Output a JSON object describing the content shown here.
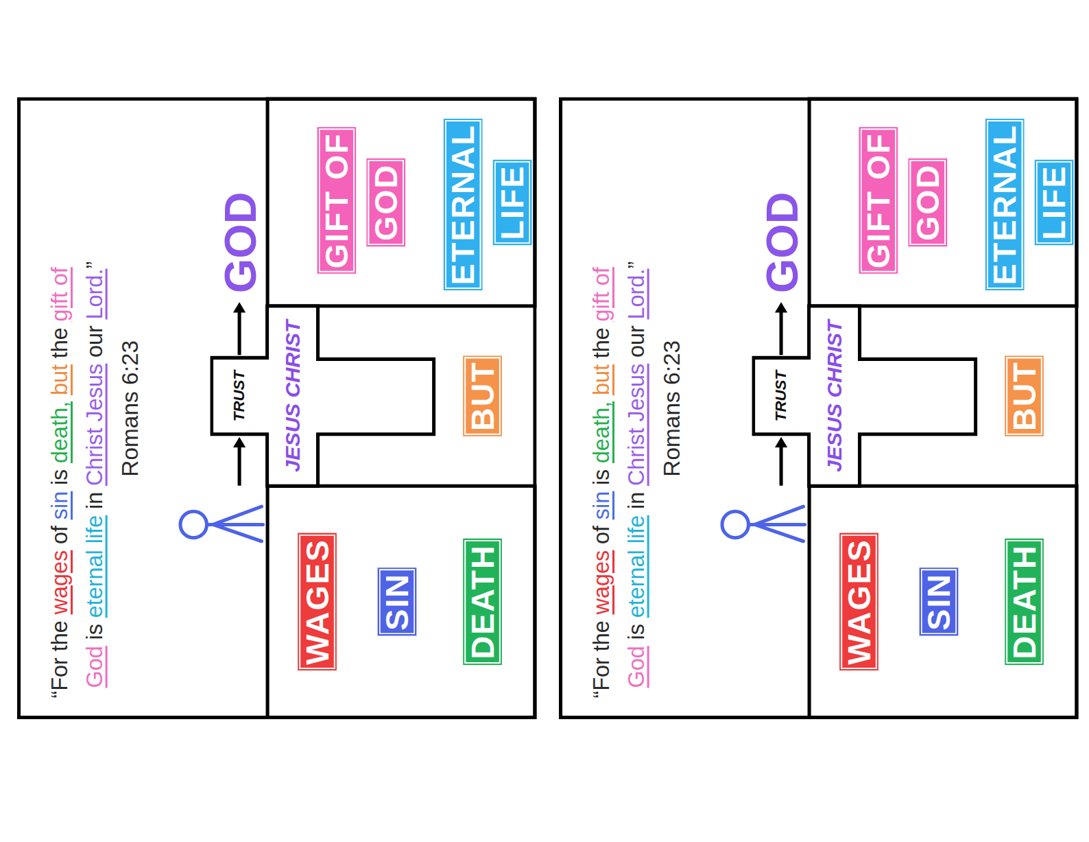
{
  "diagram": {
    "nodes": [
      {
        "text": [
          "WAGES",
          "SIN",
          "DEATH"
        ]
      },
      {
        "text": [
          "BUT"
        ]
      },
      {
        "text": [
          "TRUST",
          "JESUS CHRIST"
        ]
      },
      {
        "text": [
          "GIFT OF GOD",
          "ETERNAL LIFE"
        ]
      },
      {
        "text": [
          "WAGES",
          "SIN",
          "DEATH"
        ]
      },
      {
        "text": [
          "BUT"
        ]
      },
      {
        "text": [
          "TRUST",
          "JESUS CHRIST"
        ]
      },
      {
        "text": [
          "GIFT OF GOD",
          "ETERNAL LIFE"
        ]
      }
    ],
    "labels": [
      "“For the",
      "wages",
      "of",
      "sin",
      "is",
      "death,",
      "but",
      "the",
      "gift of",
      "God",
      "is",
      "eternal life",
      "in",
      "Christ Jesus",
      "our",
      "Lord.",
      "”",
      "Romans 6:23",
      "GOD",
      "“For the",
      "wages",
      "of",
      "sin",
      "is",
      "death,",
      "but",
      "the",
      "gift of",
      "God",
      "is",
      "eternal life",
      "in",
      "Christ Jesus",
      "our",
      "Lord.",
      "”",
      "Romans 6:23",
      "GOD"
    ]
  }
}
